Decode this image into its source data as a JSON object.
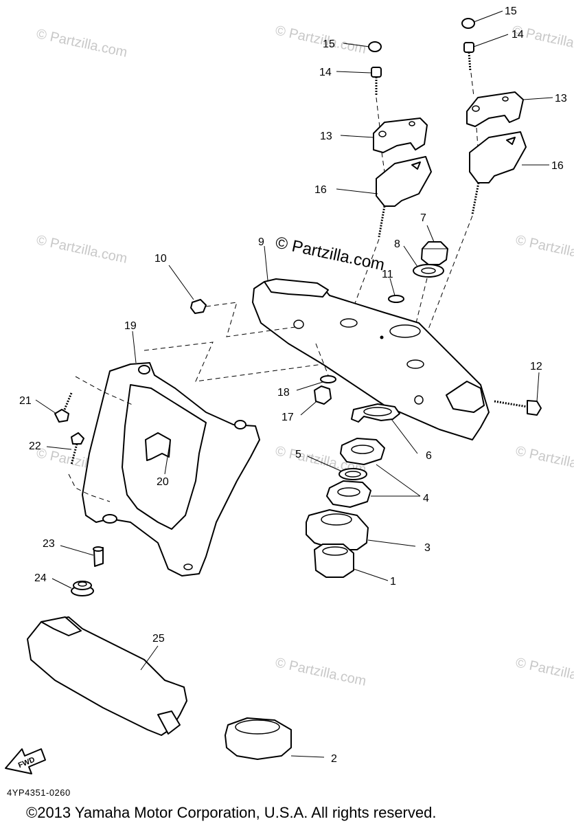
{
  "watermark": {
    "text": "© Partzilla.com",
    "center_text": "© Partzilla.com"
  },
  "diagram_code": "4YP4351-0260",
  "copyright": "©2013 Yamaha Motor Corporation, U.S.A. All rights reserved.",
  "fwd_label": "FWD",
  "callouts": [
    {
      "id": "c1",
      "label": "1"
    },
    {
      "id": "c2",
      "label": "2"
    },
    {
      "id": "c3",
      "label": "3"
    },
    {
      "id": "c4",
      "label": "4"
    },
    {
      "id": "c5",
      "label": "5"
    },
    {
      "id": "c6",
      "label": "6"
    },
    {
      "id": "c7",
      "label": "7"
    },
    {
      "id": "c8",
      "label": "8"
    },
    {
      "id": "c9",
      "label": "9"
    },
    {
      "id": "c10",
      "label": "10"
    },
    {
      "id": "c11",
      "label": "11"
    },
    {
      "id": "c12",
      "label": "12"
    },
    {
      "id": "c13a",
      "label": "13"
    },
    {
      "id": "c13b",
      "label": "13"
    },
    {
      "id": "c14a",
      "label": "14"
    },
    {
      "id": "c14b",
      "label": "14"
    },
    {
      "id": "c15a",
      "label": "15"
    },
    {
      "id": "c15b",
      "label": "15"
    },
    {
      "id": "c16a",
      "label": "16"
    },
    {
      "id": "c16b",
      "label": "16"
    },
    {
      "id": "c17",
      "label": "17"
    },
    {
      "id": "c18",
      "label": "18"
    },
    {
      "id": "c19",
      "label": "19"
    },
    {
      "id": "c20",
      "label": "20"
    },
    {
      "id": "c21",
      "label": "21"
    },
    {
      "id": "c22",
      "label": "22"
    },
    {
      "id": "c23",
      "label": "23"
    },
    {
      "id": "c24",
      "label": "24"
    },
    {
      "id": "c25",
      "label": "25"
    }
  ]
}
